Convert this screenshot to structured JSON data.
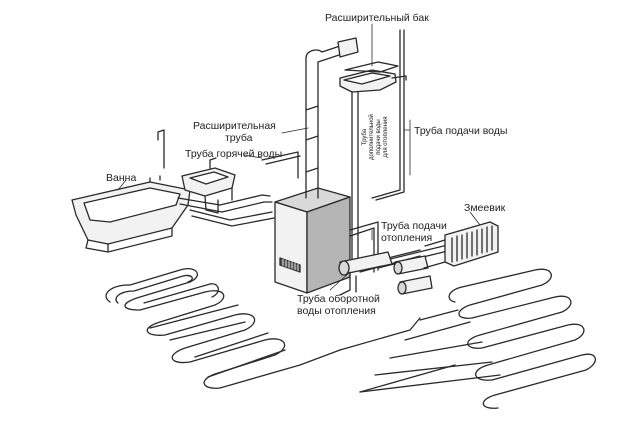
{
  "labels": {
    "expansion_tank": "Расширительный бак",
    "expansion_pipe_line1": "Расширительная",
    "expansion_pipe_line2": "труба",
    "hot_water_pipe": "Труба горячей воды",
    "bathtub": "Ванна",
    "supply_water_pipe": "Труба подачи воды",
    "coil": "Змеевик",
    "heating_supply_line1": "Труба подачи",
    "heating_supply_line2": "отопления",
    "return_pipe_line1": "Труба оборотной",
    "return_pipe_line2": "воды отопления",
    "extra_supply_line1": "Труба",
    "extra_supply_line2": "дополнительной",
    "extra_supply_line3": "подачи воды",
    "extra_supply_line4": "для отопления"
  },
  "colors": {
    "line": "#2a2a2a",
    "fill_light": "#f2f2f2",
    "fill_mid": "#d9d9d9",
    "fill_dark": "#b5b5b5"
  }
}
